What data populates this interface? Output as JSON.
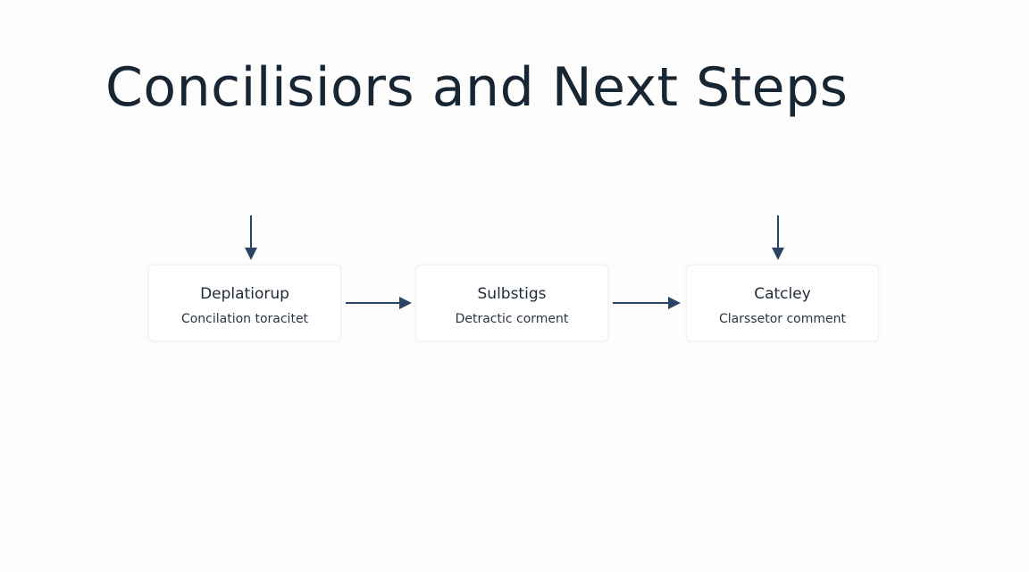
{
  "slide": {
    "title": "Concilisiors and Next Steps"
  },
  "diagram": {
    "boxes": [
      {
        "title": "Deplatiorup",
        "subtitle": "Concilation toracitet"
      },
      {
        "title": "Sulbstigs",
        "subtitle": "Detractic corment"
      },
      {
        "title": "Catcley",
        "subtitle": "Clarssetor comment"
      }
    ]
  },
  "colors": {
    "title_text": "#182533",
    "arrow": "#2c4463",
    "box_border": "#f1f3e6",
    "background": "#fdfdfd"
  }
}
